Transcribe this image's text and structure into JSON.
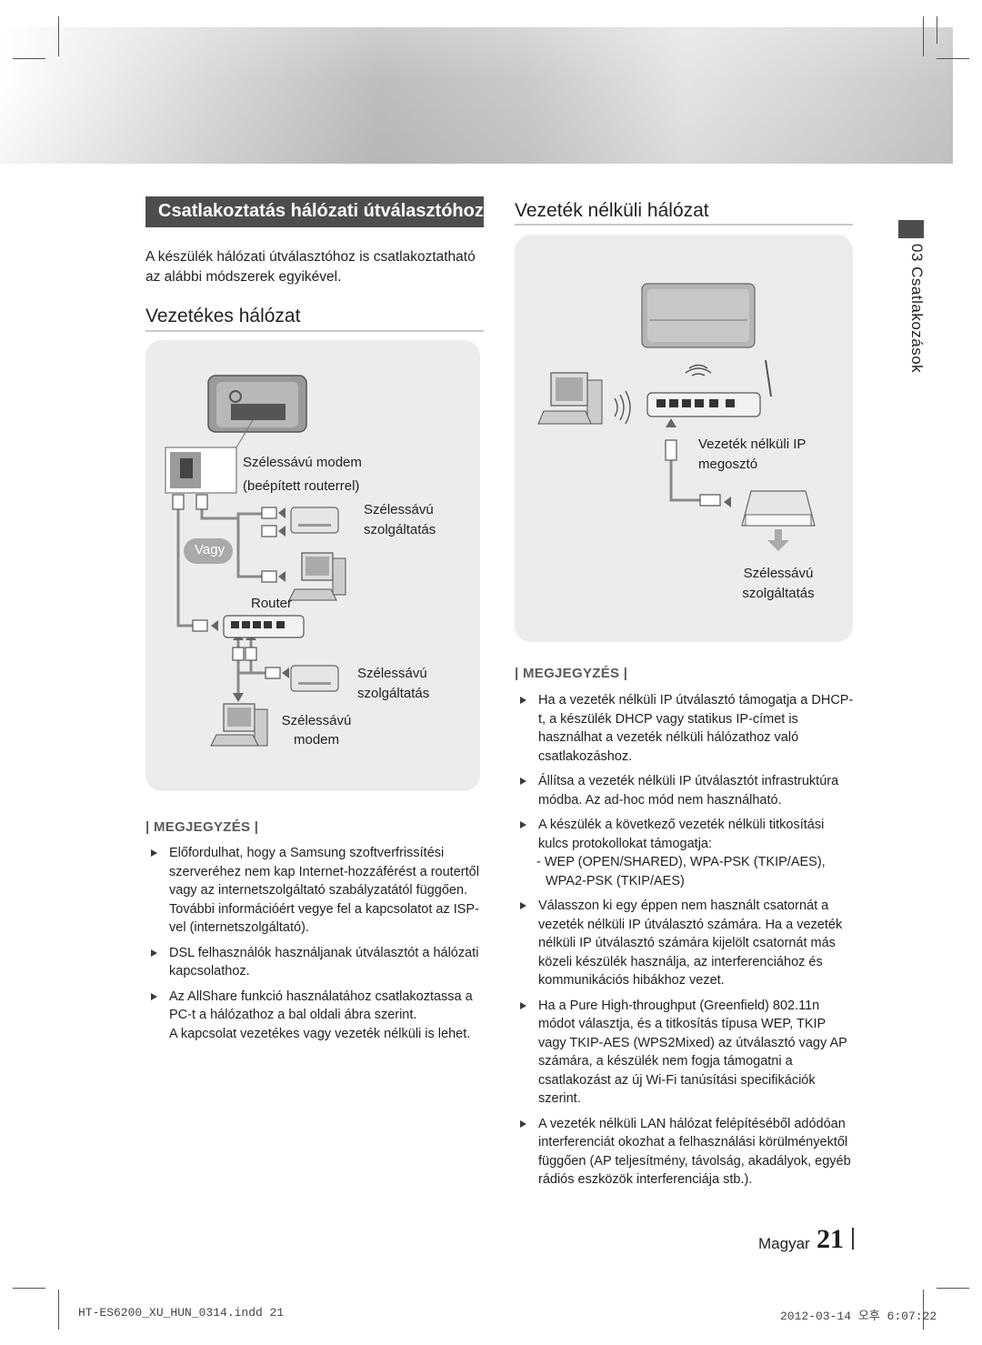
{
  "page": {
    "left_title": "Csatlakoztatás hálózati útválasztóhoz",
    "intro": "A készülék hálózati útválasztóhoz is csatlakoztatható az alábbi módszerek egyikével.",
    "wired_heading": "Vezetékes hálózat",
    "wireless_heading": "Vezeték nélküli hálózat",
    "side_label": "03  Csatlakozások"
  },
  "wired_diagram": {
    "modem_label_1": "Szélessávú modem",
    "modem_label_2": "(beépített routerrel)",
    "service_label_1": "Szélessávú",
    "service_label_2": "szolgáltatás",
    "vagy": "Vagy",
    "router_label": "Router",
    "service2_label_1": "Szélessávú",
    "service2_label_2": "szolgáltatás",
    "modem2_label_1": "Szélessávú",
    "modem2_label_2": "modem"
  },
  "wireless_diagram": {
    "ip_sharer_1": "Vezeték nélküli IP",
    "ip_sharer_2": "megosztó",
    "service_1": "Szélessávú",
    "service_2": "szolgáltatás"
  },
  "left_notes": {
    "title": "| MEGJEGYZÉS |",
    "items": [
      "Előfordulhat, hogy a Samsung szoftverfrissítési szerveréhez nem kap Internet-hozzáférést a routertől vagy az internetszolgáltató szabályzatától függően. További információért vegye fel a kapcsolatot az ISP-vel (internetszolgáltató).",
      "DSL felhasználók használjanak útválasztót a hálózati kapcsolathoz.",
      "Az AllShare funkció használatához csatlakoztassa a PC-t a hálózathoz a bal oldali ábra szerint."
    ],
    "sub": "A kapcsolat vezetékes vagy vezeték nélküli is lehet."
  },
  "right_notes": {
    "title": "| MEGJEGYZÉS |",
    "item1": "Ha a vezeték nélküli IP útválasztó támogatja a DHCP-t, a készülék DHCP vagy statikus IP-címet is használhat a vezeték nélküli hálózathoz való csatlakozáshoz.",
    "item2": "Állítsa a vezeték nélküli IP útválasztót infrastruktúra módba. Az ad-hoc mód nem használható.",
    "item3": "A készülék a következő vezeték nélküli titkosítási kulcs protokollokat támogatja:",
    "item3_sub": "- WEP (OPEN/SHARED), WPA-PSK (TKIP/AES), WPA2-PSK (TKIP/AES)",
    "item4": "Válasszon ki egy éppen nem használt csatornát a vezeték nélküli IP útválasztó számára. Ha a vezeték nélküli IP útválasztó számára kijelölt csatornát más közeli készülék használja, az interferenciához és kommunikációs hibákhoz vezet.",
    "item5": "Ha a Pure High-throughput (Greenfield) 802.11n módot választja, és a titkosítás típusa WEP, TKIP vagy TKIP-AES (WPS2Mixed) az útválasztó vagy AP számára, a készülék nem fogja támogatni a csatlakozást az új Wi-Fi tanúsítási specifikációk szerint.",
    "item6": "A vezeték nélküli LAN hálózat felépítéséből adódóan interferenciát okozhat a felhasználási körülményektől függően (AP teljesítmény, távolság, akadályok, egyéb rádiós eszközök interferenciája stb.)."
  },
  "footer": {
    "language": "Magyar",
    "page_number": "21",
    "file": "HT-ES6200_XU_HUN_0314.indd   21",
    "timestamp": "2012-03-14   오후 6:07:22"
  }
}
